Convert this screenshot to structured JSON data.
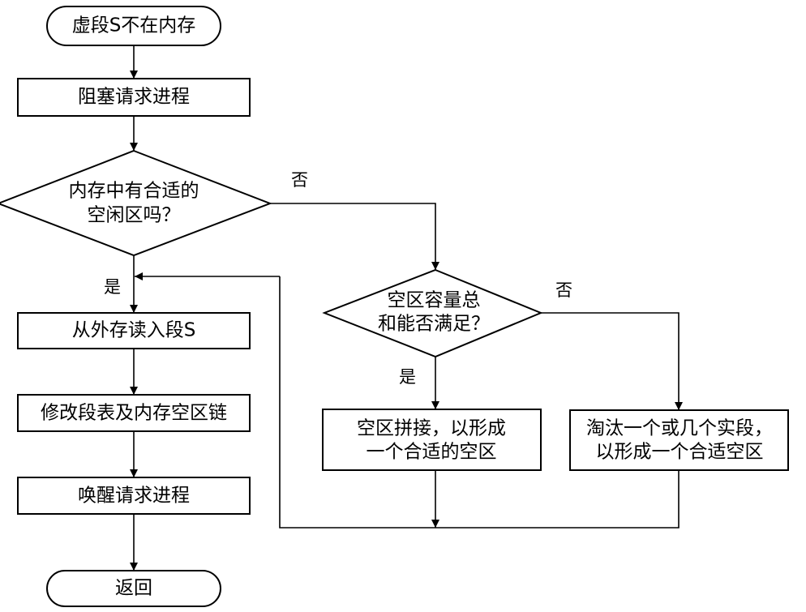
{
  "flowchart": {
    "start": "虚段S不在内存",
    "block_request": "阻塞请求进程",
    "decision_free_area": [
      "内存中有合适的",
      "空闲区吗？"
    ],
    "decision_total_capacity": [
      "空区容量总",
      "和能否满足？"
    ],
    "read_segment": "从外存读入段S",
    "modify_tables": "修改段表及内存空区链",
    "wake_request": "唤醒请求进程",
    "end": "返回",
    "compact_area": [
      "空区拼接，以形成",
      "一个合适的空区"
    ],
    "evict_segments": [
      "淘汰一个或几个实段，",
      "以形成一个合适空区"
    ]
  },
  "branch_labels": {
    "yes": "是",
    "no": "否"
  }
}
